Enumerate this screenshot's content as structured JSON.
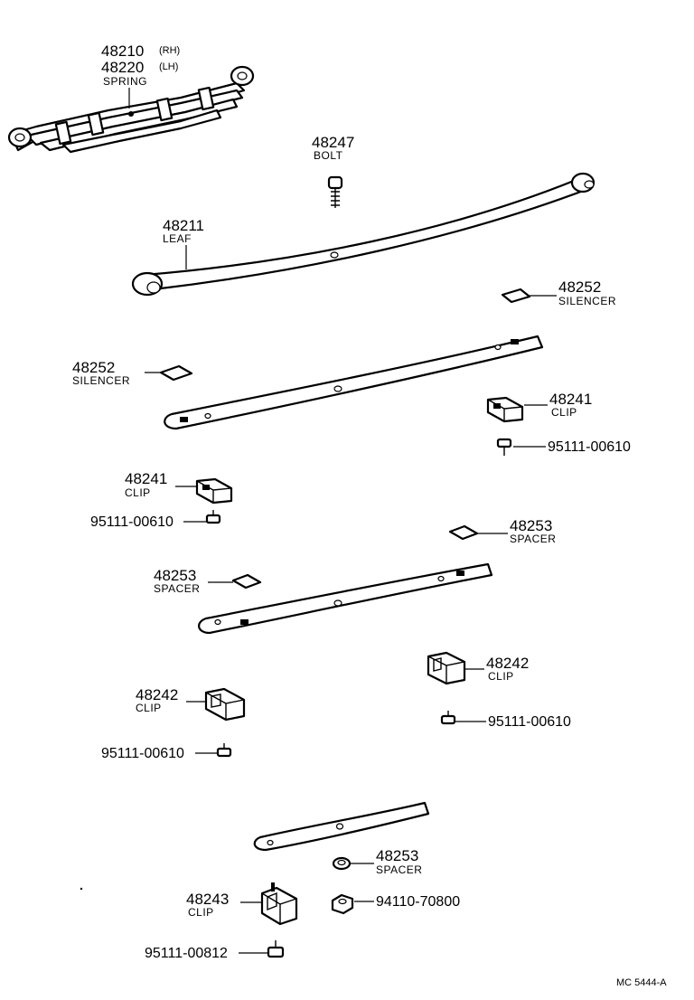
{
  "header_fragment": "",
  "callouts": {
    "spring": {
      "pn_rh": "48210",
      "rh": "(RH)",
      "pn_lh": "48220",
      "lh": "(LH)",
      "name": "SPRING"
    },
    "bolt": {
      "pn": "48247",
      "name": "BOLT"
    },
    "leaf": {
      "pn": "48211",
      "name": "LEAF"
    },
    "silencer_right": {
      "pn": "48252",
      "name": "SILENCER"
    },
    "silencer_left": {
      "pn": "48252",
      "name": "SILENCER"
    },
    "clip1_right": {
      "pn": "48241",
      "name": "CLIP"
    },
    "bolt1_right": {
      "pn": "95111-00610"
    },
    "clip1_left": {
      "pn": "48241",
      "name": "CLIP"
    },
    "bolt1_left": {
      "pn": "95111-00610"
    },
    "spacer_right": {
      "pn": "48253",
      "name": "SPACER"
    },
    "spacer_left": {
      "pn": "48253",
      "name": "SPACER"
    },
    "clip2_right": {
      "pn": "48242",
      "name": "CLIP"
    },
    "clip2_left": {
      "pn": "48242",
      "name": "CLIP"
    },
    "bolt2_right": {
      "pn": "95111-00610"
    },
    "bolt2_left": {
      "pn": "95111-00610"
    },
    "spacer_bottom": {
      "pn": "48253",
      "name": "SPACER"
    },
    "nut": {
      "pn": "94110-70800"
    },
    "clip3": {
      "pn": "48243",
      "name": "CLIP"
    },
    "bolt3": {
      "pn": "95111-00812"
    }
  },
  "diagram_code": "MC 5444-A"
}
